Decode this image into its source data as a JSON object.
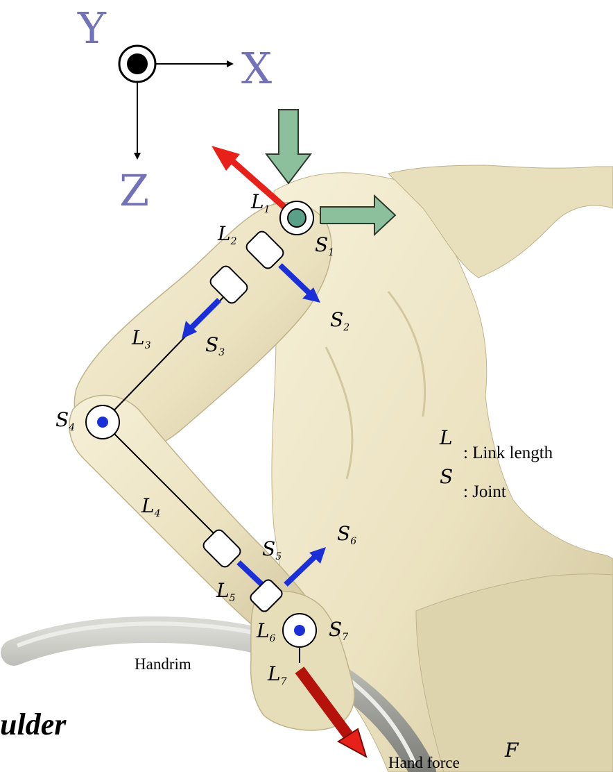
{
  "axes": {
    "x": "X",
    "y": "Y",
    "z": "Z"
  },
  "legend": {
    "link_symbol": "L",
    "link_text": ": Link length",
    "joint_symbol": "S",
    "joint_text": ": Joint"
  },
  "labels": {
    "handrim": "Handrim",
    "hand_force": "Hand force",
    "force_symbol": "F",
    "shoulder": "ulder"
  },
  "links": [
    "L",
    "L",
    "L",
    "L",
    "L",
    "L",
    "L"
  ],
  "joints": [
    "S",
    "S",
    "S",
    "S",
    "S",
    "S",
    "S"
  ],
  "subscripts": {
    "l_shoulder_a": "1",
    "l_shoulder_b": "2",
    "l_upper": "3",
    "l_fore": "4",
    "l_wrist_a": "5",
    "l_wrist_b": "6",
    "l_hand": "7",
    "s_shoulder": "1",
    "s_upper_a": "2",
    "s_upper_b": "3",
    "s_elbow": "4",
    "s_wrist_a": "5",
    "s_wrist_b": "6",
    "s_wrist_c": "7"
  },
  "colors": {
    "axis_label": "#7272b8",
    "body": "#ece4c4",
    "body_shade": "#c9bd94",
    "blue_arrow": "#1a2fd8",
    "red_arrow": "#e8201a",
    "green_arrow": "#8cbf9c",
    "handrim": "#a9a9a3"
  }
}
